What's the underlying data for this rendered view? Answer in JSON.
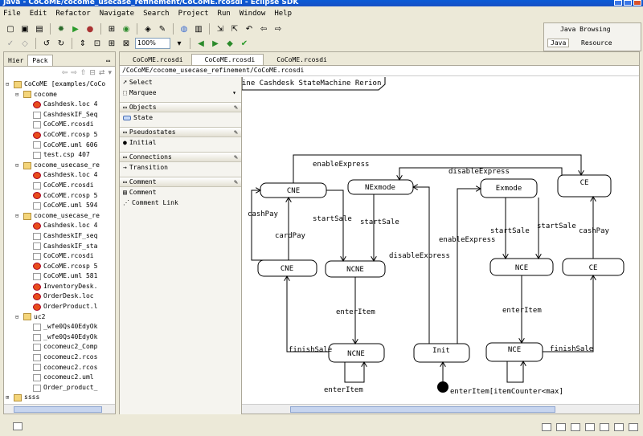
{
  "window": {
    "title": "Java - CoCoME/cocome_usecase_refinement/CoCoME.rcosdi - Eclipse SDK"
  },
  "menu": [
    "File",
    "Edit",
    "Refactor",
    "Navigate",
    "Search",
    "Project",
    "Run",
    "Window",
    "Help"
  ],
  "toolbar": {
    "zoom": "100%"
  },
  "perspectives": {
    "java_browsing": "Java Browsing",
    "java": "Java",
    "resource": "Resource"
  },
  "left_panel": {
    "tabs": [
      "Hier",
      "Pack"
    ],
    "tree": [
      {
        "label": "CoCoME [examples/CoCo",
        "level": 0,
        "icon": "project-icon",
        "exp": "⊟"
      },
      {
        "label": "cocome",
        "level": 1,
        "icon": "folder-icon",
        "exp": "⊟"
      },
      {
        "label": "Cashdesk.loc 4",
        "level": 2,
        "icon": "red-icon"
      },
      {
        "label": "CashdeskIF_Seq",
        "level": 2,
        "icon": "file-icon"
      },
      {
        "label": "CoCoME.rcosdi",
        "level": 2,
        "icon": "file-icon"
      },
      {
        "label": "CoCoME.rcosp 5",
        "level": 2,
        "icon": "red-icon"
      },
      {
        "label": "CoCoME.uml 606",
        "level": 2,
        "icon": "file-icon"
      },
      {
        "label": "test.csp 407",
        "level": 2,
        "icon": "file-icon"
      },
      {
        "label": "cocome_usecase_re",
        "level": 1,
        "icon": "folder-icon",
        "exp": "⊟"
      },
      {
        "label": "Cashdesk.loc 4",
        "level": 2,
        "icon": "red-icon"
      },
      {
        "label": "CoCoME.rcosdi",
        "level": 2,
        "icon": "file-icon"
      },
      {
        "label": "CoCoME.rcosp 5",
        "level": 2,
        "icon": "red-icon"
      },
      {
        "label": "CoCoME.uml 594",
        "level": 2,
        "icon": "file-icon"
      },
      {
        "label": "cocome_usecase_re",
        "level": 1,
        "icon": "folder-icon",
        "exp": "⊟"
      },
      {
        "label": "Cashdesk.loc 4",
        "level": 2,
        "icon": "red-icon"
      },
      {
        "label": "CashdeskIF_seq",
        "level": 2,
        "icon": "file-icon"
      },
      {
        "label": "CashdeskIF_sta",
        "level": 2,
        "icon": "file-icon"
      },
      {
        "label": "CoCoME.rcosdi",
        "level": 2,
        "icon": "file-icon"
      },
      {
        "label": "CoCoME.rcosp 5",
        "level": 2,
        "icon": "red-icon"
      },
      {
        "label": "CoCoME.uml 581",
        "level": 2,
        "icon": "file-icon"
      },
      {
        "label": "InventoryDesk.",
        "level": 2,
        "icon": "red-icon"
      },
      {
        "label": "OrderDesk.loc",
        "level": 2,
        "icon": "red-icon"
      },
      {
        "label": "OrderProduct.l",
        "level": 2,
        "icon": "red-icon"
      },
      {
        "label": "uc2",
        "level": 1,
        "icon": "folder-icon",
        "exp": "⊟"
      },
      {
        "label": "_wfe0Qs40EdyOk",
        "level": 2,
        "icon": "file-icon"
      },
      {
        "label": "_wfe0Qs40EdyOk",
        "level": 2,
        "icon": "file-icon"
      },
      {
        "label": "cocomeuc2_Comp",
        "level": 2,
        "icon": "file-icon"
      },
      {
        "label": "cocomeuc2.rcos",
        "level": 2,
        "icon": "file-icon"
      },
      {
        "label": "cocomeuc2.rcos",
        "level": 2,
        "icon": "file-icon"
      },
      {
        "label": "cocomeuc2.uml",
        "level": 2,
        "icon": "file-icon"
      },
      {
        "label": "Order_product_",
        "level": 2,
        "icon": "file-icon"
      },
      {
        "label": "ssss",
        "level": 0,
        "icon": "project-icon",
        "exp": "⊞"
      }
    ]
  },
  "editor": {
    "tabs": [
      "CoCoME.rcosdi",
      "CoCoME.rcosdi",
      "CoCoME.rcosdi"
    ],
    "active_tab": 1,
    "breadcrumb": "/CoCoME/cocome_usecase_refinement/CoCoME.rcosdi"
  },
  "palette": {
    "select": "Select",
    "marquee": "Marquee",
    "drawers": [
      {
        "title": "Objects",
        "items": [
          "State"
        ]
      },
      {
        "title": "Pseudostates",
        "items": [
          "Initial"
        ]
      },
      {
        "title": "Connections",
        "items": [
          "Transition"
        ]
      },
      {
        "title": "Comment",
        "items": [
          "Comment",
          "Comment Link"
        ]
      }
    ]
  },
  "diagram": {
    "frame_title": "ine Cashdesk StateMachine Rerion",
    "states": {
      "cne_top": "CNE",
      "nexmode": "NExmode",
      "exmode": "Exmode",
      "ce_top": "CE",
      "cne_mid": "CNE",
      "ncne_mid": "NCNE",
      "nce_mid": "NCE",
      "ce_mid": "CE",
      "ncne_bot": "NCNE",
      "init": "Init",
      "nce_bot": "NCE"
    },
    "labels": {
      "enable_express_top": "enableExpress",
      "disable_express_top": "disableExpress",
      "cash_pay_left": "cashPay",
      "card_pay": "cardPay",
      "start_sale_1": "startSale",
      "start_sale_2": "startSale",
      "disable_express_mid": "disableExpress",
      "enable_express_mid": "enableExpress",
      "start_sale_3": "startSale",
      "start_sale_4": "startSale",
      "cash_pay_right": "cashPay",
      "enter_item_1": "enterItem",
      "enter_item_2": "enterItem",
      "finish_sale_1": "finishSale",
      "finish_sale_2": "finishSale",
      "enter_item_loop": "enterItem",
      "enter_item_guard": "enterItem[itemCounter<max]"
    }
  }
}
